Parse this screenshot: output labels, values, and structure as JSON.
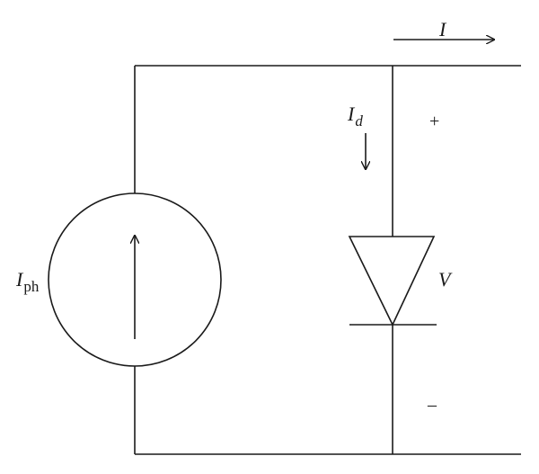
{
  "labels": {
    "output_current": "I",
    "diode_current_main": "I",
    "diode_current_sub": "d",
    "photo_current_main": "I",
    "photo_current_sub": "ph",
    "voltage": "V",
    "plus": "+",
    "minus": "–"
  }
}
